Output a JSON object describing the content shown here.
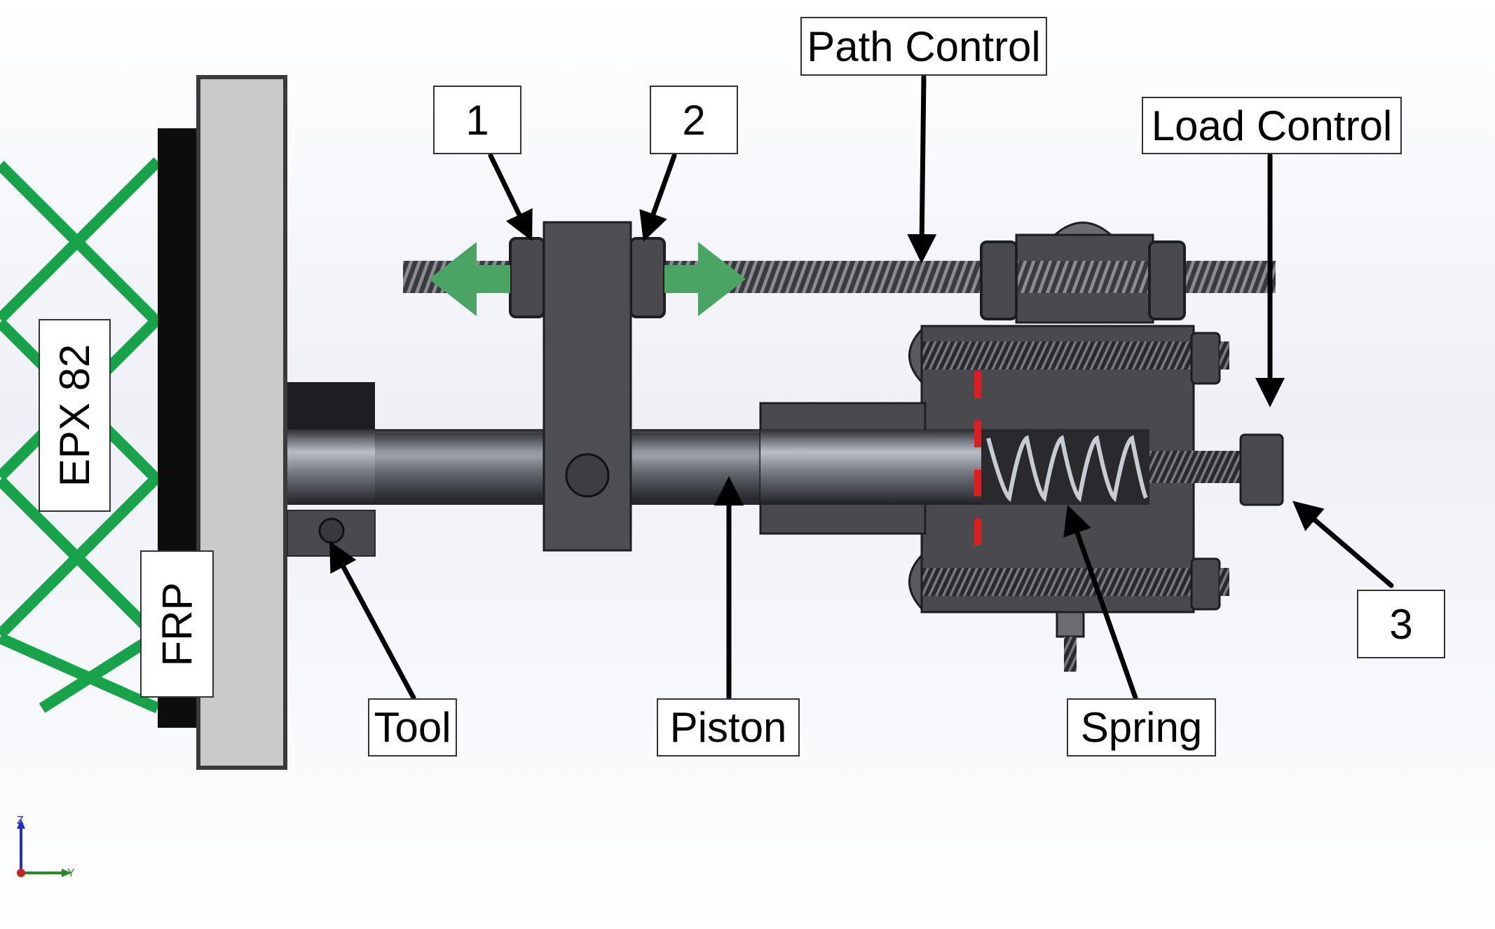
{
  "labels": {
    "path_control": "Path Control",
    "load_control": "Load Control",
    "nut_1": "1",
    "nut_2": "2",
    "screw_3": "3",
    "epx": "EPX 82",
    "frp": "FRP",
    "tool": "Tool",
    "piston": "Piston",
    "spring": "Spring"
  },
  "axes": {
    "vertical": "Z",
    "horizontal": "Y"
  },
  "colors": {
    "fiber_mesh": "#16a34a",
    "direction_arrows": "#4aa564",
    "dashed_line": "#e31c1c",
    "steel_dark": "#4a4a4e",
    "plate_grey": "#c9c9c9"
  },
  "icons": {
    "direction": "double-headed-arrow-icon",
    "axis": "coordinate-triad-icon"
  }
}
